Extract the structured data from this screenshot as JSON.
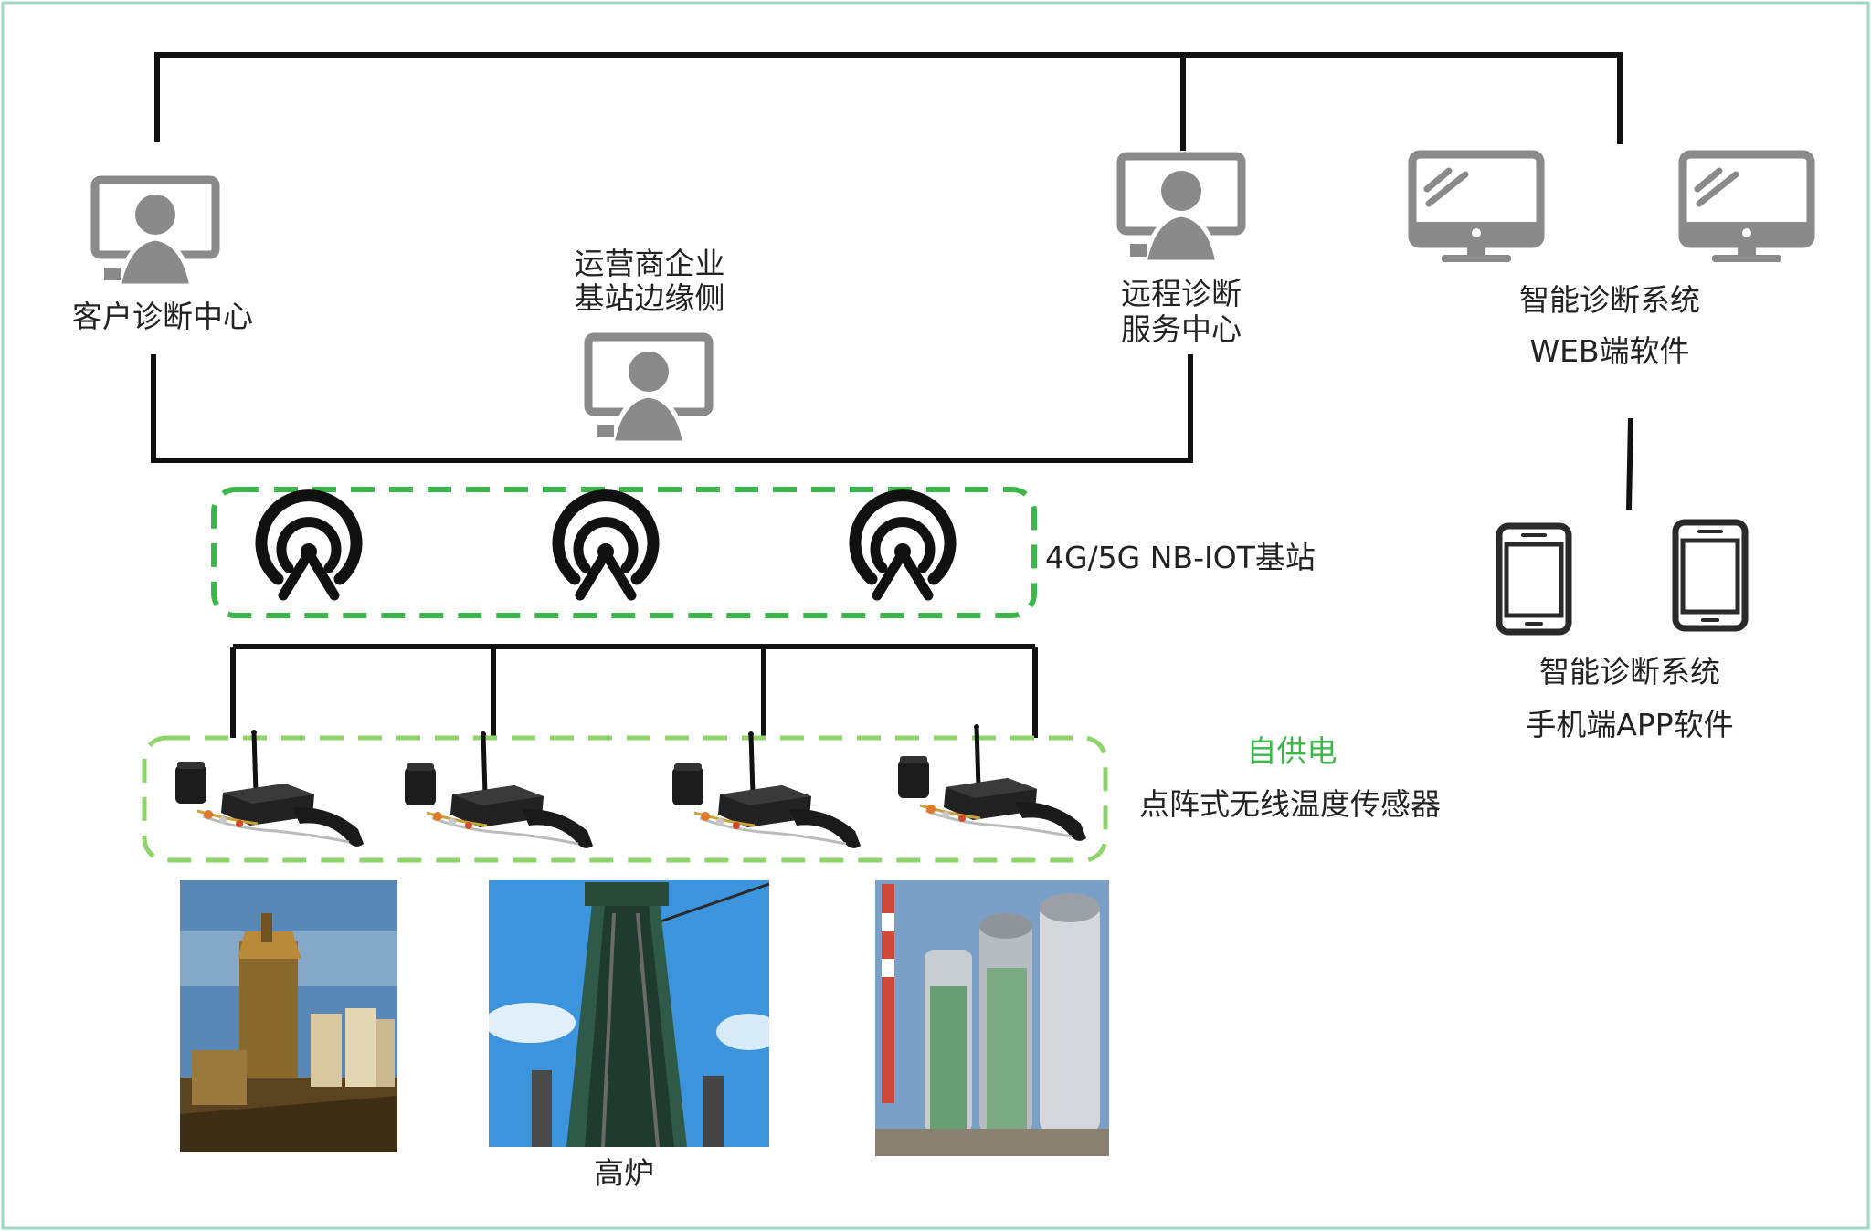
{
  "colors": {
    "line": "#111111",
    "icon_gray": "#8a8a8a",
    "accent_green": "#3cb84a",
    "light_green": "#8fd46b",
    "border": "#9fd8c0"
  },
  "labels": {
    "customer_center": "客户诊断中心",
    "operator_edge_line1": "运营商企业",
    "operator_edge_line2": "基站边缘侧",
    "remote_center_line1": "远程诊断",
    "remote_center_line2": "服务中心",
    "web_software_line1": "智能诊断系统",
    "web_software_line2": "WEB端软件",
    "base_station": "4G/5G NB-IOT基站",
    "app_software_line1": "智能诊断系统",
    "app_software_line2": "手机端APP软件",
    "self_powered": "自供电",
    "sensor": "点阵式无线温度传感器",
    "blast_furnace": "高炉"
  },
  "icons": {
    "workstation": "user-workstation-icon",
    "monitor": "monitor-icon",
    "phone": "smartphone-icon",
    "antenna": "wireless-antenna-icon",
    "sensor": "wireless-sensor-device-icon",
    "photo": "industrial-plant-photo"
  }
}
